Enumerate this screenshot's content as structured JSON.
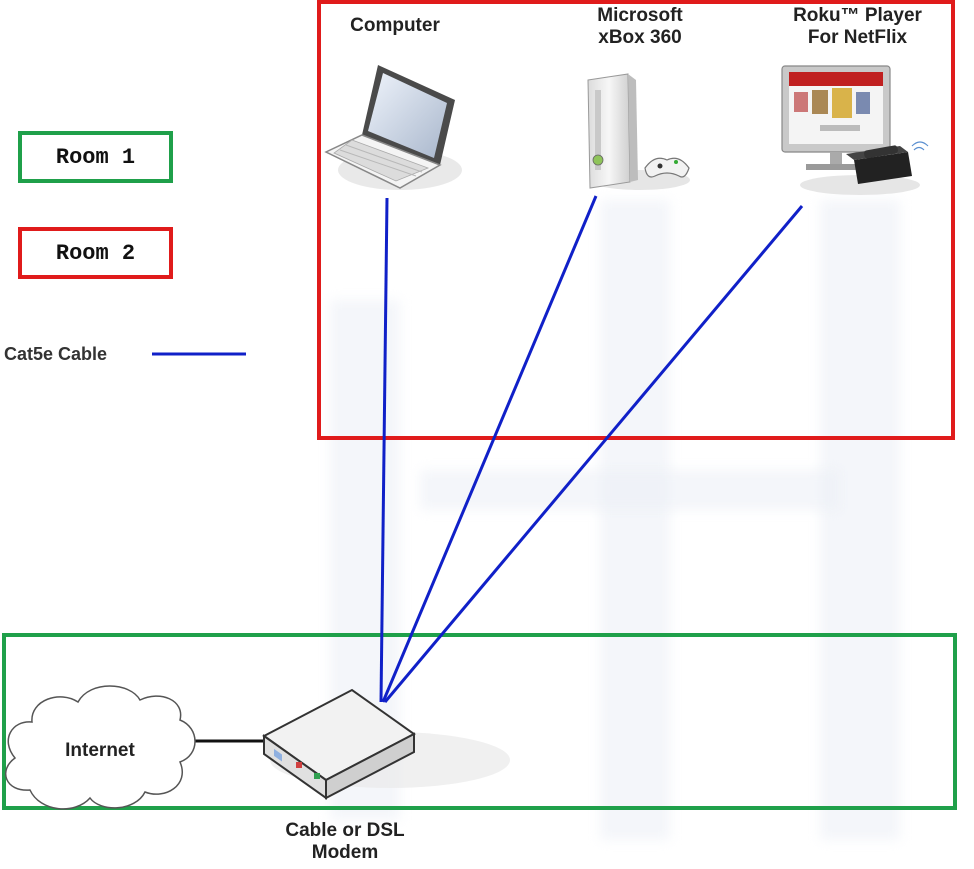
{
  "legend": {
    "room1": "Room 1",
    "room2": "Room 2",
    "cable": "Cat5e Cable"
  },
  "devices": {
    "computer": "Computer",
    "xbox": [
      "Microsoft",
      "xBox 360"
    ],
    "roku": [
      "Roku™ Player",
      "For NetFlix"
    ],
    "internet": "Internet",
    "modem": [
      "Cable or DSL",
      "Modem"
    ]
  },
  "colors": {
    "room1_border": "#1fa04a",
    "room2_border": "#e01b1b",
    "cable": "#1020c8",
    "internet_link": "#111111"
  },
  "icons": {
    "computer": "laptop-icon",
    "xbox": "game-console-icon",
    "roku": "tv-streaming-player-icon",
    "internet": "cloud-icon",
    "modem": "modem-icon"
  }
}
